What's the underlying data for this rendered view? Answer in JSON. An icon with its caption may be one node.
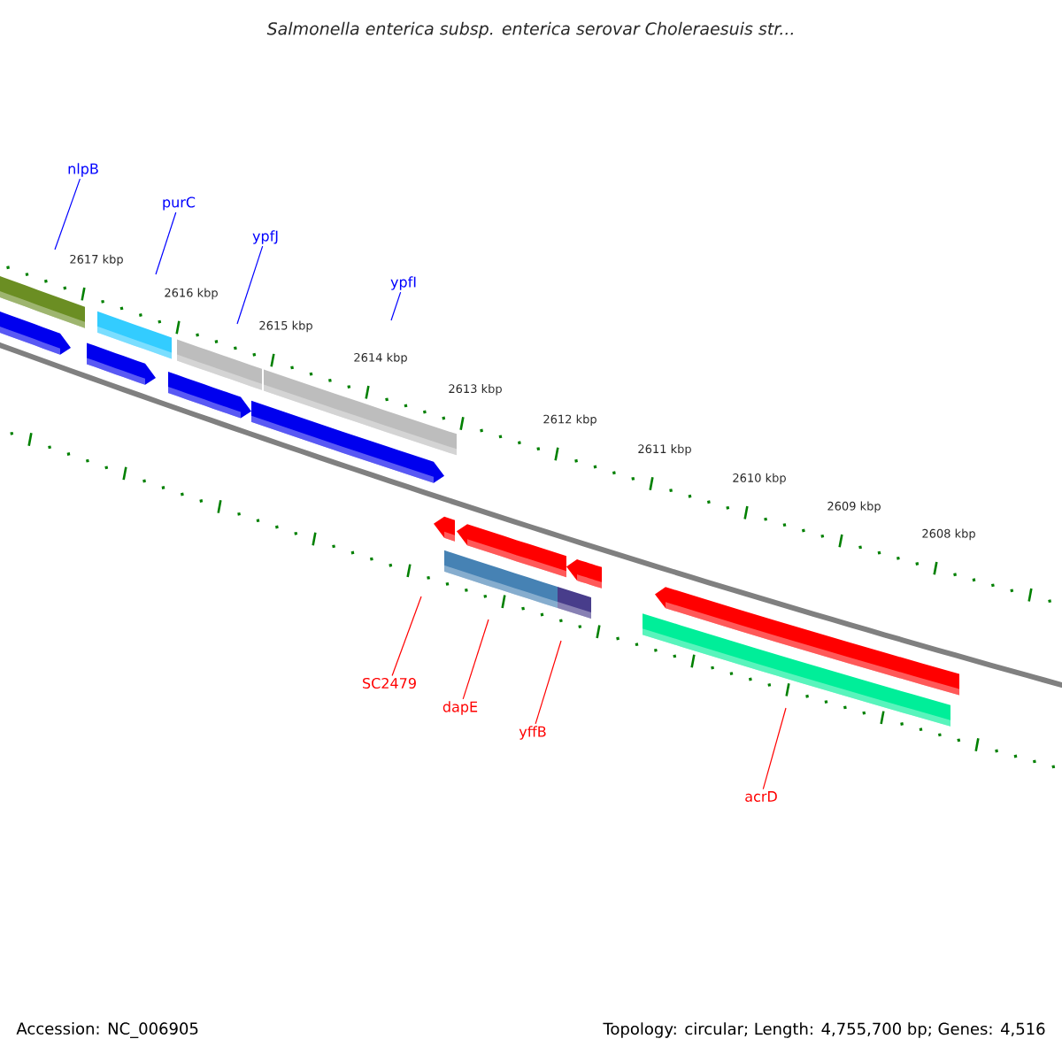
{
  "diagram": {
    "title": "Salmonella enterica subsp. enterica serovar Choleraesuis str...",
    "nodes": [
      {
        "text": [
          "nlpB"
        ]
      },
      {
        "text": [
          "purC"
        ]
      },
      {
        "text": [
          "ypfJ"
        ]
      },
      {
        "text": [
          "ypfI"
        ]
      },
      {
        "text": [
          "SC2479"
        ]
      },
      {
        "text": [
          "dapE"
        ]
      },
      {
        "text": [
          "yffB"
        ]
      },
      {
        "text": [
          "acrD"
        ]
      }
    ],
    "edges": [
      {
        "from": 0,
        "to": null,
        "arrow": "none",
        "color": "#0000ff"
      },
      {
        "from": 1,
        "to": null,
        "arrow": "none",
        "color": "#0000ff"
      },
      {
        "from": 2,
        "to": null,
        "arrow": "none",
        "color": "#0000ff"
      },
      {
        "from": 3,
        "to": null,
        "arrow": "none",
        "color": "#0000ff"
      },
      {
        "from": 4,
        "to": null,
        "arrow": "none",
        "color": "#ff0000"
      },
      {
        "from": 5,
        "to": null,
        "arrow": "none",
        "color": "#ff0000"
      },
      {
        "from": 6,
        "to": null,
        "arrow": "none",
        "color": "#ff0000"
      },
      {
        "from": 7,
        "to": null,
        "arrow": "none",
        "color": "#ff0000"
      }
    ],
    "labels": [
      "2617 kbp",
      "2616 kbp",
      "2615 kbp",
      "2614 kbp",
      "2613 kbp",
      "2612 kbp",
      "2611 kbp",
      "2610 kbp",
      "2609 kbp",
      "2608 kbp",
      "Accession: NC_006905",
      "Topology: circular; Length: 4,755,700 bp; Genes: 4,516"
    ]
  }
}
